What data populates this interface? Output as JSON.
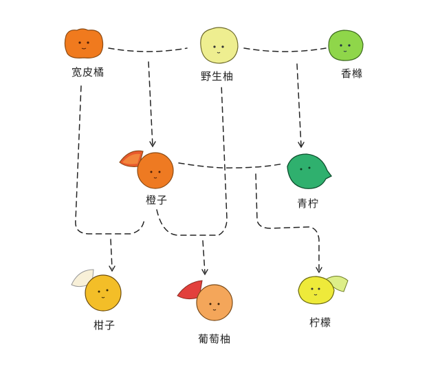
{
  "diagram": {
    "title": "",
    "colors": {
      "line": "#222222",
      "mandarin": "#F07A1E",
      "pomelo": "#EEEE90",
      "citron": "#8FD64A",
      "orange": "#EE7A22",
      "lime": "#2FB06E",
      "tangerine": "#F3BE28",
      "grapefruit": "#F4A65A",
      "grapefruit_slice": "#E2403C",
      "lemon": "#EEEA3A"
    },
    "nodes": [
      {
        "id": "mandarin",
        "label": "宽皮橘",
        "generation": 1,
        "icon": "mandarin-icon"
      },
      {
        "id": "pomelo",
        "label": "野生柚",
        "generation": 1,
        "icon": "pomelo-icon"
      },
      {
        "id": "citron",
        "label": "香橼",
        "generation": 1,
        "icon": "citron-icon"
      },
      {
        "id": "orange",
        "label": "橙子",
        "generation": 2,
        "icon": "orange-icon"
      },
      {
        "id": "lime",
        "label": "青柠",
        "generation": 2,
        "icon": "lime-icon"
      },
      {
        "id": "tangerine",
        "label": "柑子",
        "generation": 3,
        "icon": "tangerine-icon"
      },
      {
        "id": "grapefruit",
        "label": "葡萄柚",
        "generation": 3,
        "icon": "grapefruit-icon"
      },
      {
        "id": "lemon",
        "label": "柠檬",
        "generation": 3,
        "icon": "lemon-icon"
      }
    ],
    "edges": [
      {
        "parents": [
          "宽皮橘",
          "野生柚"
        ],
        "child": "橙子"
      },
      {
        "parents": [
          "野生柚",
          "香橼"
        ],
        "child": "青柠"
      },
      {
        "parents": [
          "宽皮橘",
          "橙子"
        ],
        "child": "柑子"
      },
      {
        "parents": [
          "橙子",
          "野生柚"
        ],
        "child": "葡萄柚"
      },
      {
        "parents": [
          "橙子",
          "青柠"
        ],
        "child": "柠檬"
      }
    ]
  }
}
